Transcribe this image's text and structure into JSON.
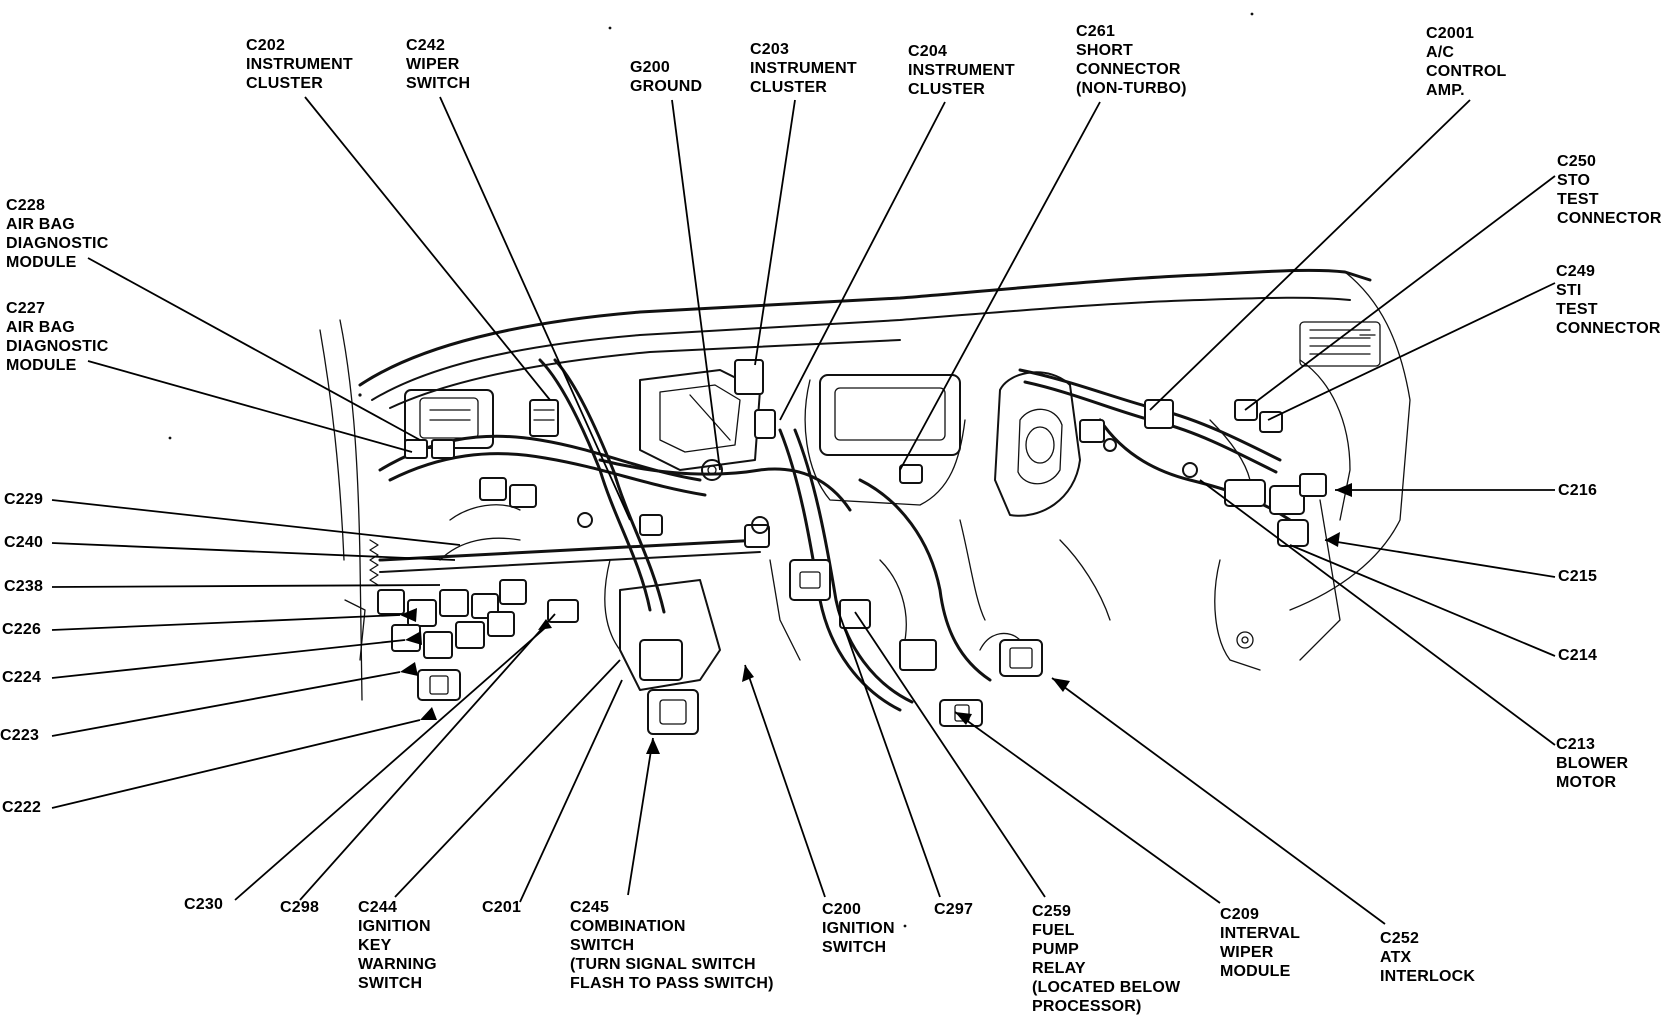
{
  "callouts": {
    "c202": [
      "C202",
      "INSTRUMENT",
      "CLUSTER"
    ],
    "c242": [
      "C242",
      "WIPER",
      "SWITCH"
    ],
    "g200": [
      "G200",
      "GROUND"
    ],
    "c203": [
      "C203",
      "INSTRUMENT",
      "CLUSTER"
    ],
    "c204": [
      "C204",
      "INSTRUMENT",
      "CLUSTER"
    ],
    "c261": [
      "C261",
      "SHORT",
      "CONNECTOR",
      "(NON-TURBO)"
    ],
    "c2001": [
      "C2001",
      "A/C",
      "CONTROL",
      "AMP."
    ],
    "c228": [
      "C228",
      "AIR BAG",
      "DIAGNOSTIC",
      "MODULE"
    ],
    "c227": [
      "C227",
      "AIR BAG",
      "DIAGNOSTIC",
      "MODULE"
    ],
    "c250": [
      "C250",
      "STO",
      "TEST",
      "CONNECTOR"
    ],
    "c249": [
      "C249",
      "STI",
      "TEST",
      "CONNECTOR"
    ],
    "c229": [
      "C229"
    ],
    "c240": [
      "C240"
    ],
    "c238": [
      "C238"
    ],
    "c226": [
      "C226"
    ],
    "c224": [
      "C224"
    ],
    "c223": [
      "C223"
    ],
    "c222": [
      "C222"
    ],
    "c216": [
      "C216"
    ],
    "c215": [
      "C215"
    ],
    "c214": [
      "C214"
    ],
    "c213": [
      "C213",
      "BLOWER",
      "MOTOR"
    ],
    "c230": [
      "C230"
    ],
    "c298": [
      "C298"
    ],
    "c244": [
      "C244",
      "IGNITION",
      "KEY",
      "WARNING",
      "SWITCH"
    ],
    "c201": [
      "C201"
    ],
    "c245": [
      "C245",
      "COMBINATION",
      "SWITCH",
      "(TURN SIGNAL SWITCH",
      "FLASH TO PASS SWITCH)"
    ],
    "c200": [
      "C200",
      "IGNITION",
      "SWITCH"
    ],
    "c297": [
      "C297"
    ],
    "c259": [
      "C259",
      "FUEL",
      "PUMP",
      "RELAY",
      "(LOCATED BELOW",
      "PROCESSOR)"
    ],
    "c209": [
      "C209",
      "INTERVAL",
      "WIPER",
      "MODULE"
    ],
    "c252": [
      "C252",
      "ATX",
      "INTERLOCK"
    ]
  }
}
